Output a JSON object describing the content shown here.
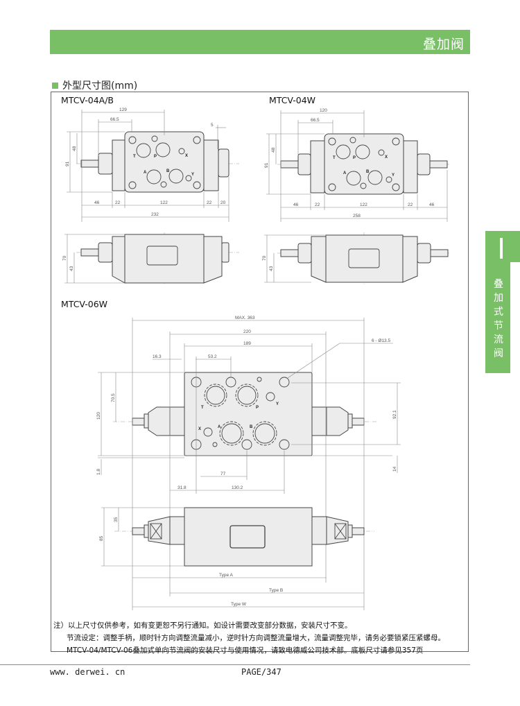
{
  "header": {
    "title": "叠加阀"
  },
  "section": {
    "title": "外型尺寸图(mm)"
  },
  "side_tab": {
    "label": "叠加式节流阀"
  },
  "models": {
    "m04ab": {
      "title": "MTCV-04A/B",
      "dims": {
        "d129": "129",
        "d66": "66.5",
        "d5": "5",
        "d48": "48",
        "d91": "91",
        "d46": "46",
        "d22a": "22",
        "d122": "122",
        "d22b": "22",
        "d20": "20",
        "d232": "232",
        "d70": "70",
        "d43": "43"
      }
    },
    "m04w": {
      "title": "MTCV-04W",
      "dims": {
        "d120": "120",
        "d66": "66.5",
        "d48": "48",
        "d91": "91",
        "d46a": "46",
        "d22a": "22",
        "d122": "122",
        "d22b": "22",
        "d46b": "46",
        "d258": "258",
        "d70": "70",
        "d43": "43"
      }
    },
    "m06w": {
      "title": "MTCV-06W",
      "dims": {
        "max": "MAX. 363",
        "d220": "220",
        "d189": "189",
        "d16": "16.3",
        "d53": "53.2",
        "holes": "6 - Ø13.5",
        "d70": "70.5",
        "d120": "120",
        "d18": "1.8",
        "d92": "92.1",
        "d14": "14",
        "d77": "77",
        "d31": "31.8",
        "d130": "130.2",
        "d35": "35",
        "d85": "85",
        "typeA": "Type A",
        "typeB": "Type B",
        "typeW": "Type W"
      }
    }
  },
  "ports": {
    "T": "T",
    "P": "P",
    "A": "A",
    "B": "B",
    "X": "X",
    "Y": "Y"
  },
  "notes": [
    "注）以上尺寸仅供参考，如有变更恕不另行通知。如设计需要改变部分数据，安装尺寸不变。",
    "节流设定：调整手柄，顺时针方向调整流量减小，逆时针方向调整流量增大，流量调整完毕，请务必要锁紧压紧螺母。",
    "MTCV-04/MTCV-06叠加式单向节流阀的安装尺寸与使用情况，请致电德威公司技术部。底板尺寸请参见357页"
  ],
  "footer": {
    "url": "www. derwei. cn",
    "page": "PAGE/347"
  }
}
